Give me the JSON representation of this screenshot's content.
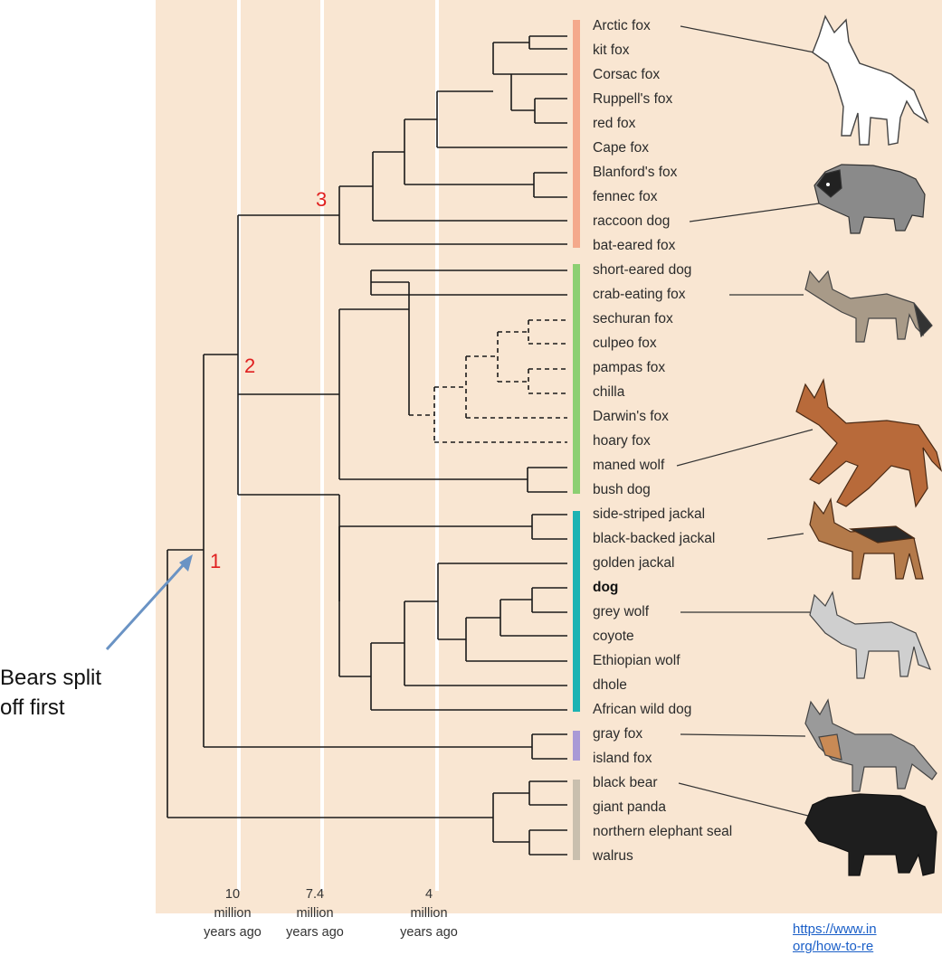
{
  "species": [
    "Arctic fox",
    "kit fox",
    "Corsac fox",
    "Ruppell's fox",
    "red fox",
    "Cape fox",
    "Blanford's fox",
    "fennec fox",
    "raccoon dog",
    "bat-eared fox",
    "short-eared dog",
    "crab-eating fox",
    "sechuran fox",
    "culpeo fox",
    "pampas fox",
    "chilla",
    "Darwin's fox",
    "hoary fox",
    "maned wolf",
    "bush dog",
    "side-striped jackal",
    "black-backed jackal",
    "golden jackal",
    "dog",
    "grey wolf",
    "coyote",
    "Ethiopian wolf",
    "dhole",
    "African wild dog",
    "gray fox",
    "island fox",
    "black bear",
    "giant panda",
    "northern elephant seal",
    "walrus"
  ],
  "time_axis": [
    {
      "value": "10",
      "line2": "million",
      "line3": "years ago"
    },
    {
      "value": "7.4",
      "line2": "million",
      "line3": "years ago"
    },
    {
      "value": "4",
      "line2": "million",
      "line3": "years ago"
    }
  ],
  "node_labels": [
    "1",
    "2",
    "3"
  ],
  "annotation": {
    "line1": "Bears split",
    "line2": "off first"
  },
  "credit": {
    "line1": "https://www.in",
    "line2": "org/how-to-re"
  },
  "clade_colors": {
    "vulpes": "#f4a98c",
    "south_american": "#8ccf72",
    "wolf_like": "#1cb3b3",
    "urocyon": "#a99ad6",
    "outgroup": "#c9bfae"
  },
  "background_color": "#f9e6d2"
}
